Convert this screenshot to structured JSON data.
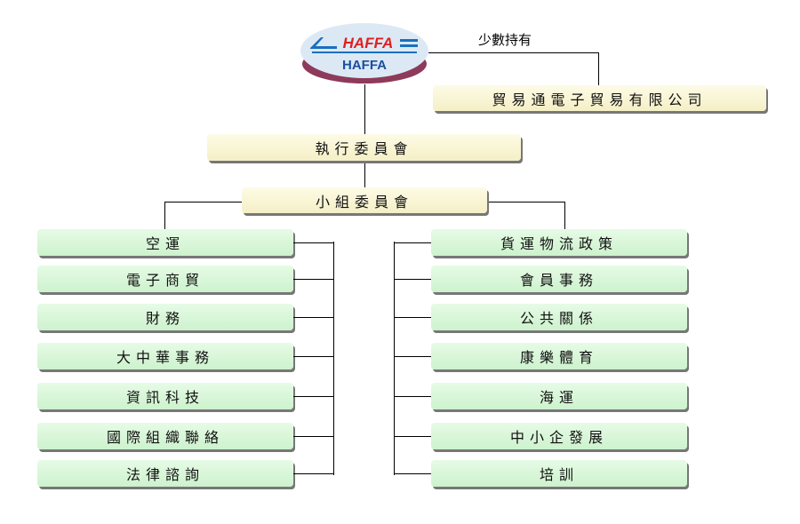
{
  "logo": {
    "mark": "HAFFA",
    "name": "HAFFA"
  },
  "minority_label": "少數持有",
  "subsidiary": "貿易通電子貿易有限公司",
  "executive_committee": "執行委員會",
  "subcommittee": "小組委員會",
  "left_groups": [
    "空運",
    "電子商貿",
    "財務",
    "大中華事務",
    "資訊科技",
    "國際組織聯絡",
    "法律諮詢"
  ],
  "right_groups": [
    "貨運物流政策",
    "會員事務",
    "公共關係",
    "康樂體育",
    "海運",
    "中小企發展",
    "培訓"
  ],
  "colors": {
    "logo_red": "#e02020",
    "logo_blue": "#1a4fa0",
    "box_green": "#d6f5d6",
    "box_yellow": "#f8f3d0"
  }
}
